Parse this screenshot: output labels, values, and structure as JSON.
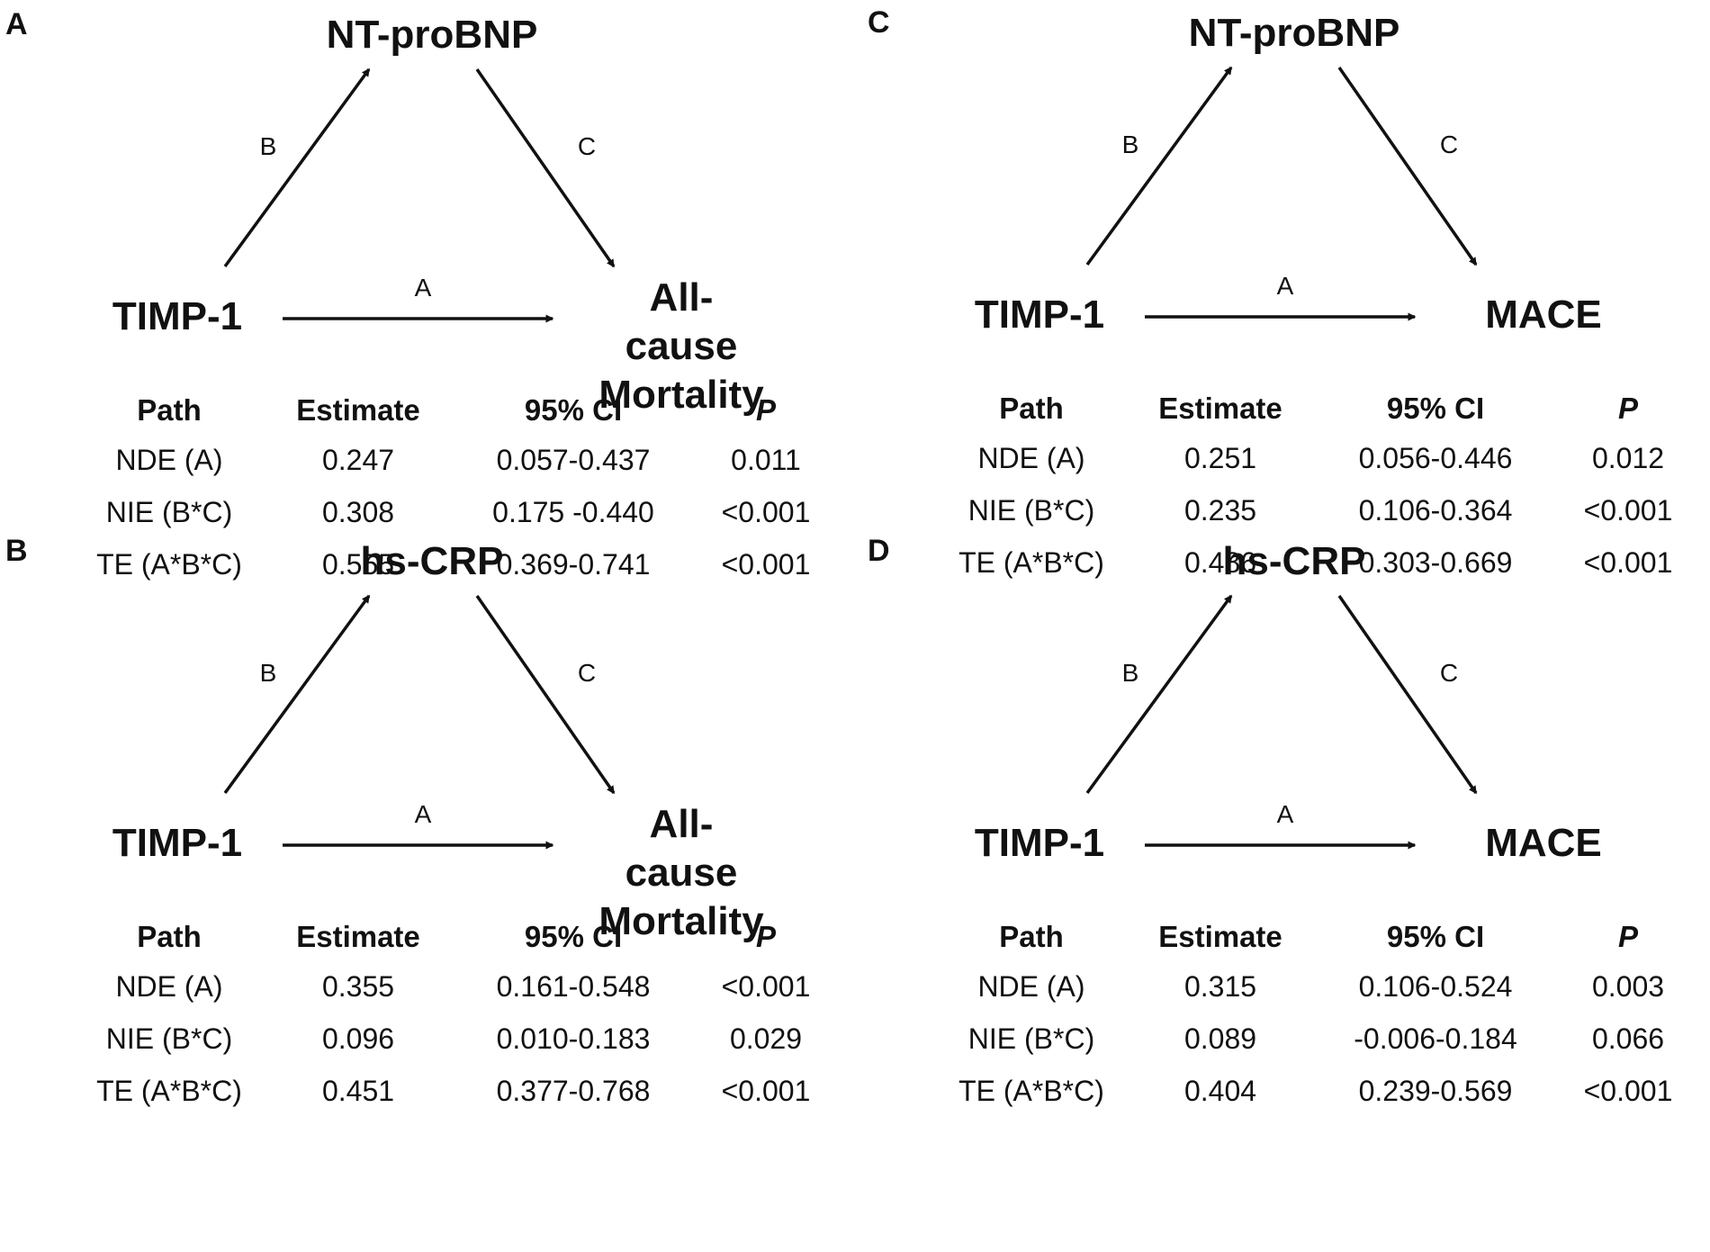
{
  "panels": [
    {
      "letter": "A",
      "mediator": "NT-proBNP",
      "exposure": "TIMP-1",
      "outcome": "All-cause\nMortality",
      "edges": {
        "a": "A",
        "b": "B",
        "c": "C"
      },
      "table": {
        "headers": [
          "Path",
          "Estimate",
          "95%  CI",
          "P"
        ],
        "rows": [
          [
            "NDE (A)",
            "0.247",
            "0.057-0.437",
            "0.011"
          ],
          [
            "NIE (B*C)",
            "0.308",
            "0.175 -0.440",
            "<0.001"
          ],
          [
            "TE (A*B*C)",
            "0.555",
            "0.369-0.741",
            "<0.001"
          ]
        ]
      }
    },
    {
      "letter": "C",
      "mediator": "NT-proBNP",
      "exposure": "TIMP-1",
      "outcome": "MACE",
      "edges": {
        "a": "A",
        "b": "B",
        "c": "C"
      },
      "table": {
        "headers": [
          "Path",
          "Estimate",
          "95%  CI",
          "P"
        ],
        "rows": [
          [
            "NDE (A)",
            "0.251",
            "0.056-0.446",
            "0.012"
          ],
          [
            "NIE (B*C)",
            "0.235",
            "0.106-0.364",
            "<0.001"
          ],
          [
            "TE (A*B*C)",
            "0.486",
            "0.303-0.669",
            "<0.001"
          ]
        ]
      }
    },
    {
      "letter": "B",
      "mediator": "hs-CRP",
      "exposure": "TIMP-1",
      "outcome": "All-cause\nMortality",
      "edges": {
        "a": "A",
        "b": "B",
        "c": "C"
      },
      "table": {
        "headers": [
          "Path",
          "Estimate",
          "95%  CI",
          "P"
        ],
        "rows": [
          [
            "NDE (A)",
            "0.355",
            "0.161-0.548",
            "<0.001"
          ],
          [
            "NIE (B*C)",
            "0.096",
            "0.010-0.183",
            "0.029"
          ],
          [
            "TE (A*B*C)",
            "0.451",
            "0.377-0.768",
            "<0.001"
          ]
        ]
      }
    },
    {
      "letter": "D",
      "mediator": "hs-CRP",
      "exposure": "TIMP-1",
      "outcome": "MACE",
      "edges": {
        "a": "A",
        "b": "B",
        "c": "C"
      },
      "table": {
        "headers": [
          "Path",
          "Estimate",
          "95%  CI",
          "P"
        ],
        "rows": [
          [
            "NDE (A)",
            "0.315",
            "0.106-0.524",
            "0.003"
          ],
          [
            "NIE (B*C)",
            "0.089",
            "-0.006-0.184",
            "0.066"
          ],
          [
            "TE (A*B*C)",
            "0.404",
            "0.239-0.569",
            "<0.001"
          ]
        ]
      }
    }
  ]
}
